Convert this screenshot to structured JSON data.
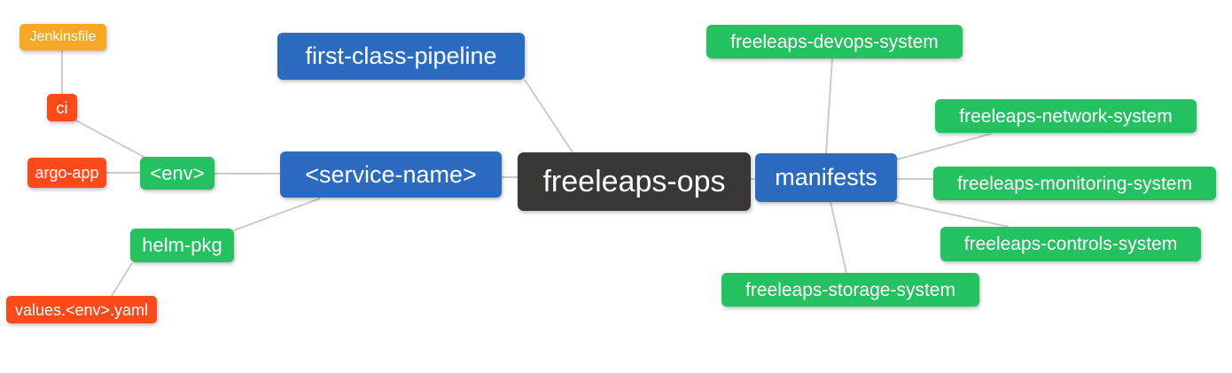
{
  "palette": {
    "root_bg": "#3b3734",
    "branch_blue": "#2a6bc0",
    "green": "#23c160",
    "red_orange": "#fc4a1a",
    "amber": "#f9a825",
    "edge": "#cccccc",
    "text": "#ffffff",
    "canvas_bg": "#ffffff"
  },
  "nodes": {
    "freeleaps_ops": {
      "label": "freeleaps-ops"
    },
    "first_class_pipeline": {
      "label": "first-class-pipeline"
    },
    "service_name": {
      "label": "<service-name>"
    },
    "env": {
      "label": "<env>"
    },
    "ci": {
      "label": "ci"
    },
    "jenkinsfile": {
      "label": "Jenkinsfile"
    },
    "argo_app": {
      "label": "argo-app"
    },
    "helm_pkg": {
      "label": "helm-pkg"
    },
    "values_env_yaml": {
      "label": "values.<env>.yaml"
    },
    "manifests": {
      "label": "manifests"
    },
    "devops_system": {
      "label": "freeleaps-devops-system"
    },
    "network_system": {
      "label": "freeleaps-network-system"
    },
    "monitoring_system": {
      "label": "freeleaps-monitoring-system"
    },
    "controls_system": {
      "label": "freeleaps-controls-system"
    },
    "storage_system": {
      "label": "freeleaps-storage-system"
    }
  },
  "hierarchy": {
    "root": "freeleaps-ops",
    "relations": [
      [
        "freeleaps-ops",
        "first-class-pipeline"
      ],
      [
        "freeleaps-ops",
        "<service-name>"
      ],
      [
        "freeleaps-ops",
        "manifests"
      ],
      [
        "<service-name>",
        "<env>"
      ],
      [
        "<service-name>",
        "helm-pkg"
      ],
      [
        "<env>",
        "ci"
      ],
      [
        "<env>",
        "argo-app"
      ],
      [
        "ci",
        "Jenkinsfile"
      ],
      [
        "helm-pkg",
        "values.<env>.yaml"
      ],
      [
        "manifests",
        "freeleaps-devops-system"
      ],
      [
        "manifests",
        "freeleaps-network-system"
      ],
      [
        "manifests",
        "freeleaps-monitoring-system"
      ],
      [
        "manifests",
        "freeleaps-controls-system"
      ],
      [
        "manifests",
        "freeleaps-storage-system"
      ]
    ]
  }
}
